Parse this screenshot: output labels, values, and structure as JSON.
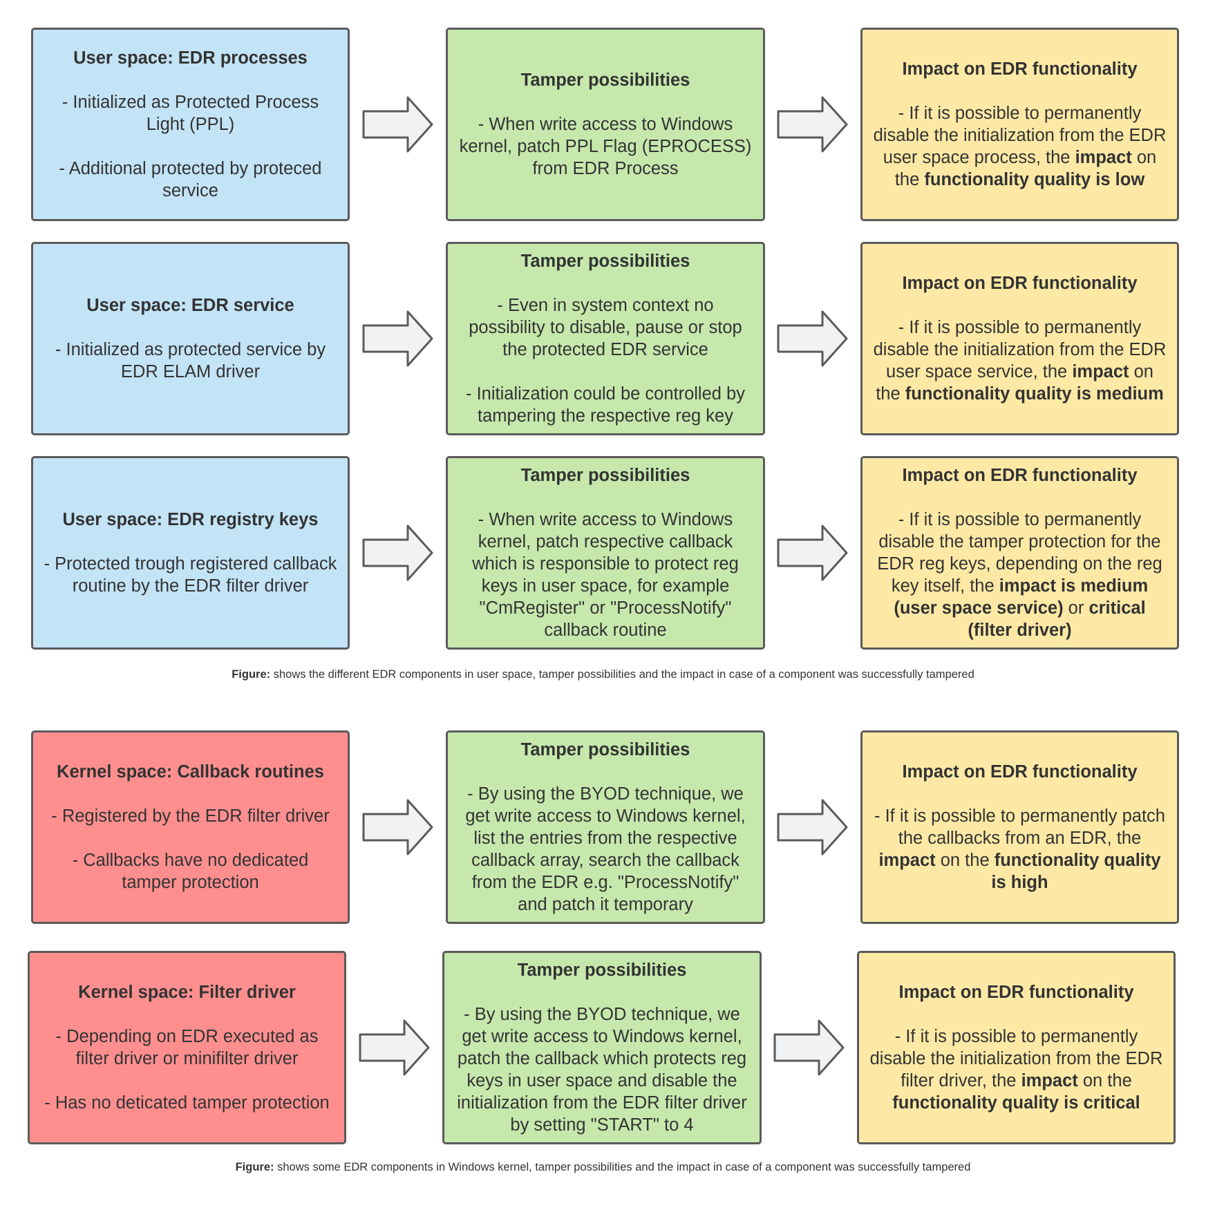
{
  "figure1": {
    "rows": [
      {
        "component": {
          "title": "User space: EDR processes",
          "paragraphs": [
            "- Initialized as Protected Process Light (PPL)",
            "- Additional protected by proteced service"
          ]
        },
        "tamper": {
          "title": "Tamper possibilities",
          "paragraphs": [
            "- When write access to Windows kernel, patch PPL Flag (EPROCESS) from EDR Process"
          ]
        },
        "impact": {
          "title": "Impact on EDR functionality",
          "segments": [
            {
              "t": "- If it is possible to permanently disable the initialization from the EDR user space process, the ",
              "b": false
            },
            {
              "t": "impact",
              "b": true
            },
            {
              "t": " on the ",
              "b": false
            },
            {
              "t": "functionality quality is low",
              "b": true
            }
          ]
        }
      },
      {
        "component": {
          "title": "User space: EDR service",
          "paragraphs": [
            "- Initialized as protected service by EDR ELAM driver"
          ]
        },
        "tamper": {
          "title": "Tamper possibilities",
          "paragraphs": [
            "- Even in system context no possibility to disable, pause or stop the protected EDR service",
            "- Initialization could be controlled by tampering the respective reg key"
          ]
        },
        "impact": {
          "title": "Impact on EDR functionality",
          "segments": [
            {
              "t": "- If it is possible to permanently disable the initialization from the EDR user space service, the ",
              "b": false
            },
            {
              "t": "impact",
              "b": true
            },
            {
              "t": " on the ",
              "b": false
            },
            {
              "t": "functionality quality is medium",
              "b": true
            }
          ]
        }
      },
      {
        "component": {
          "title": "User space: EDR registry keys",
          "paragraphs": [
            "- Protected trough registered callback routine by the EDR filter driver"
          ]
        },
        "tamper": {
          "title": "Tamper possibilities",
          "paragraphs": [
            "- When write access to Windows kernel, patch respective callback which is responsible to protect  reg keys in user space, for example \"CmRegister\" or \"ProcessNotify\" callback routine"
          ]
        },
        "impact": {
          "title": "Impact on EDR functionality",
          "segments": [
            {
              "t": "- If it is possible to permanently disable the tamper protection for the EDR reg keys, depending on the reg key itself, the ",
              "b": false
            },
            {
              "t": "impact is medium (user space service)",
              "b": true
            },
            {
              "t": " or ",
              "b": false
            },
            {
              "t": "critical (filter driver)",
              "b": true
            }
          ]
        }
      }
    ],
    "caption_label": "Figure:",
    "caption_text": " shows the different EDR components in user space, tamper possibilities and the impact in case of a component was successfully tampered"
  },
  "figure2": {
    "rows": [
      {
        "component": {
          "title": "Kernel space: Callback routines",
          "paragraphs": [
            "- Registered by the EDR filter driver",
            "- Callbacks have no dedicated tamper protection"
          ]
        },
        "tamper": {
          "title": "Tamper possibilities",
          "paragraphs": [
            "- By using the BYOD technique, we get write access to Windows kernel, list the entries from the respective callback array, search the callback from the EDR e.g. \"ProcessNotify\" and patch it temporary"
          ]
        },
        "impact": {
          "title": "Impact on EDR functionality",
          "segments": [
            {
              "t": "- If it is possible to permanently patch the callbacks from an EDR, the ",
              "b": false
            },
            {
              "t": "impact",
              "b": true
            },
            {
              "t": " on the ",
              "b": false
            },
            {
              "t": "functionality quality is high",
              "b": true
            }
          ]
        }
      },
      {
        "component": {
          "title": "Kernel space: Filter driver",
          "paragraphs": [
            "- Depending on EDR executed as filter driver or minifilter driver",
            "- Has no deticated tamper protection"
          ]
        },
        "tamper": {
          "title": "Tamper possibilities",
          "paragraphs": [
            "- By using the BYOD technique, we get write access to Windows kernel, patch the callback which protects reg keys in user space and disable the initialization from the EDR filter driver by setting \"START\" to 4"
          ]
        },
        "impact": {
          "title": "Impact on EDR functionality",
          "segments": [
            {
              "t": "- If it is possible to permanently disable the initialization from the EDR filter driver, the ",
              "b": false
            },
            {
              "t": "impact",
              "b": true
            },
            {
              "t": " on the ",
              "b": false
            },
            {
              "t": "functionality quality is critical",
              "b": true
            }
          ]
        }
      }
    ],
    "caption_label": "Figure:",
    "caption_text": " shows some EDR components in Windows kernel, tamper possibilities and the impact in case of a component was successfully tampered"
  },
  "colors": {
    "user_space": "#c3e3f6",
    "kernel_space": "#ff8f8f",
    "tamper": "#c6e8ad",
    "impact": "#fde9a5",
    "border": "#5a5a5a",
    "arrow_fill": "#f1f2f4"
  },
  "icons": {
    "arrow": "right-arrow-icon"
  }
}
